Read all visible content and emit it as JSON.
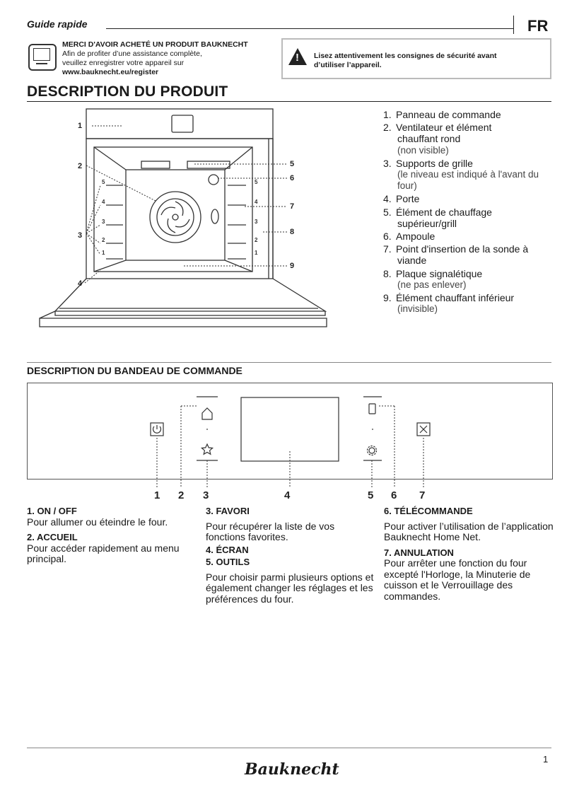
{
  "header": {
    "guide_label": "Guide rapide",
    "lang_code": "FR"
  },
  "thanks": {
    "title": "MERCI D'AVOIR ACHETÉ UN PRODUIT BAUKNECHT",
    "line1": "Afin de profiter d’une assistance complète,",
    "line2": "veuillez enregistrer votre appareil sur",
    "url": "www.bauknecht.eu/register"
  },
  "warning": {
    "line1": "Lisez attentivement les consignes de sécurité avant",
    "line2": "d’utiliser l’appareil."
  },
  "product": {
    "title": "DESCRIPTION DU PRODUIT",
    "diagram_callouts": [
      "1",
      "2",
      "3",
      "4",
      "5",
      "6",
      "7",
      "8",
      "9"
    ],
    "rack_levels": [
      "5",
      "4",
      "3",
      "2",
      "1"
    ],
    "items": [
      {
        "num": "1.",
        "label": "Panneau de commande",
        "sub": "",
        "note": ""
      },
      {
        "num": "2.",
        "label": "Ventilateur et élément",
        "sub": "chauffant rond",
        "note": "(non visible)"
      },
      {
        "num": "3.",
        "label": "Supports de grille",
        "sub": "",
        "note": "(le niveau est indiqué à l'avant du four)"
      },
      {
        "num": "4.",
        "label": "Porte",
        "sub": "",
        "note": ""
      },
      {
        "num": "5.",
        "label": "Élément de chauffage",
        "sub": "supérieur/grill",
        "note": ""
      },
      {
        "num": "6.",
        "label": "Ampoule",
        "sub": "",
        "note": ""
      },
      {
        "num": "7.",
        "label": "Point d'insertion de la sonde à",
        "sub": "viande",
        "note": ""
      },
      {
        "num": "8.",
        "label": "Plaque signalétique",
        "sub": "",
        "note": "(ne pas enlever)"
      },
      {
        "num": "9.",
        "label": "Élément chauffant inférieur",
        "sub": "",
        "note": "(invisible)"
      }
    ]
  },
  "control": {
    "title": "DESCRIPTION DU BANDEAU DE COMMANDE",
    "callouts": [
      "1",
      "2",
      "3",
      "4",
      "5",
      "6",
      "7"
    ],
    "col1": {
      "t1": "1. ON / OFF",
      "d1": "Pour allumer ou éteindre le four.",
      "t2": "2. ACCUEIL",
      "d2": "Pour accéder rapidement au menu principal."
    },
    "col2": {
      "t3": "3. FAVORI",
      "d3": "Pour récupérer la liste de vos fonctions favorites.",
      "t4": "4. ÉCRAN",
      "t5": "5. OUTILS",
      "d5": "Pour choisir parmi plusieurs options et également changer les réglages et les préférences du four."
    },
    "col3": {
      "t6": "6. TÉLÉCOMMANDE",
      "d6": "Pour activer l’utilisation de l’application Bauknecht Home Net.",
      "t7": "7. ANNULATION",
      "d7": "Pour arrêter une fonction du four excepté l'Horloge, la Minuterie de cuisson et le Verrouillage des commandes."
    }
  },
  "footer": {
    "page": "1",
    "brand": "Bauknecht"
  }
}
